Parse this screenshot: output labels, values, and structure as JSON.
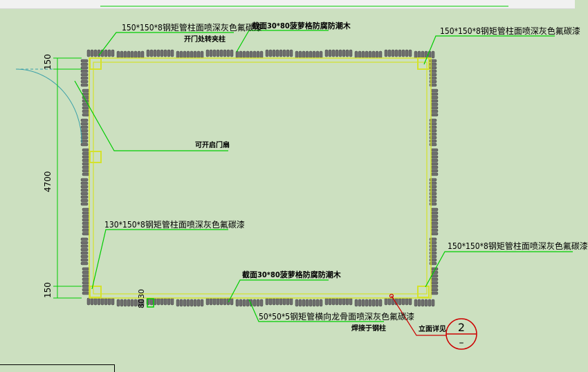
{
  "drawing": {
    "labels": {
      "top_left_column": "150*150*8钢矩管柱面喷深灰色氟碳漆",
      "top_left_sub": "开门处转夹柱",
      "top_wood": "截面30*80菠萝格防腐防潮木",
      "top_right_column": "150*150*8钢矩管柱面喷深灰色氟碳漆",
      "door": "可开启门扇",
      "left_column": "130*150*8钢矩管柱面喷深灰色氟碳漆",
      "right_column": "150*150*8钢矩管柱面喷深灰色氟碳漆",
      "bottom_wood": "截面30*80菠萝格防腐防潮木",
      "bottom_joist": "50*50*5钢矩管横向龙骨面喷深灰色氟碳漆",
      "bottom_joist_sub": "焊接于钢柱",
      "elevation_ref": "立面详见"
    },
    "dims": {
      "top": "150",
      "middle": "4700",
      "bottom": "150",
      "small_dim": "8030"
    },
    "callout": {
      "number": "2",
      "sheet": "–"
    }
  }
}
